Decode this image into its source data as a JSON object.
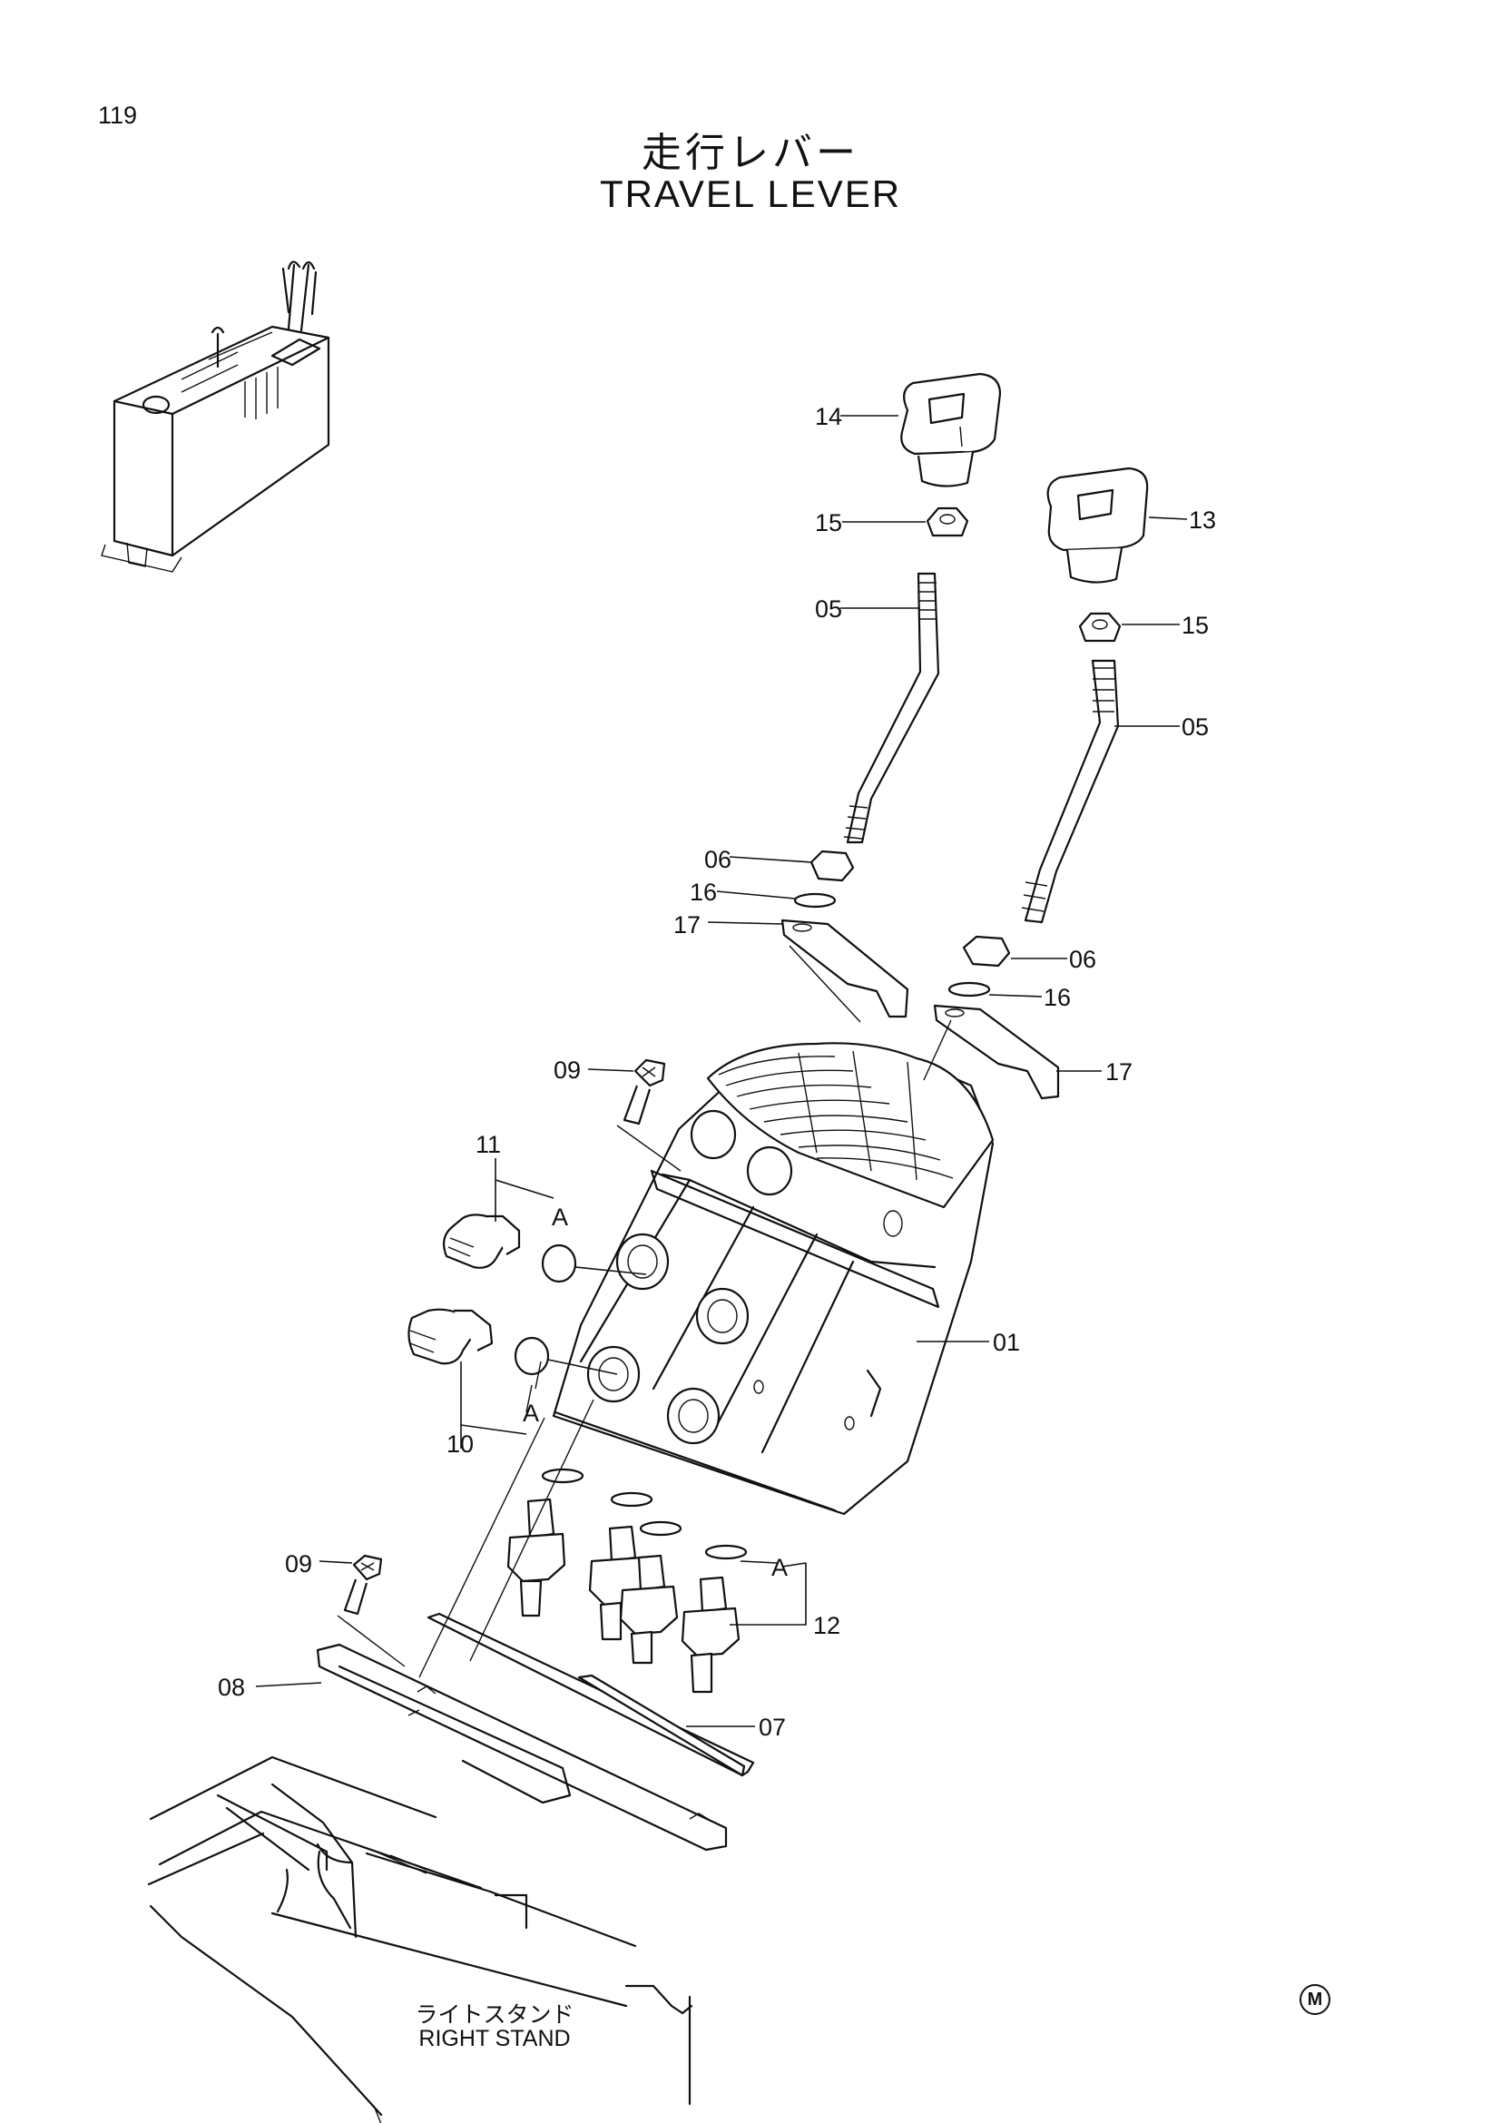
{
  "page": {
    "number": "119"
  },
  "title": {
    "japanese": "走行レバー",
    "english": "TRAVEL LEVER"
  },
  "callouts": {
    "c14": "14",
    "c15a": "15",
    "c05a": "05",
    "c13": "13",
    "c15b": "15",
    "c05b": "05",
    "c06a": "06",
    "c16a": "16",
    "c17a": "17",
    "c06b": "06",
    "c16b": "16",
    "c17b": "17",
    "c09a": "09",
    "c11": "11",
    "c01": "01",
    "c10": "10",
    "c09b": "09",
    "c12": "12",
    "c08": "08",
    "c07": "07",
    "a1": "A",
    "a2": "A",
    "a3": "A"
  },
  "stand_label": {
    "japanese": "ライトスタンド",
    "english": "RIGHT STAND"
  },
  "mark": "M"
}
